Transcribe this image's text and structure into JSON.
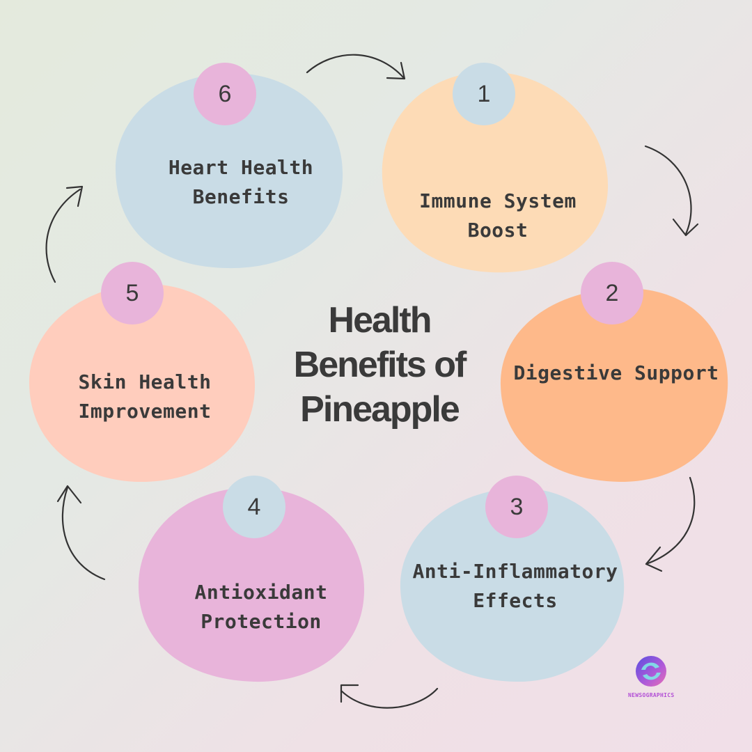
{
  "title_lines": [
    "Health",
    "Benefits of",
    "Pineapple"
  ],
  "steps": [
    {
      "number": "1",
      "label_lines": [
        "Immune System",
        "Boost"
      ],
      "blob_color": "#fddbb6",
      "badge_color": "#c9dce6"
    },
    {
      "number": "2",
      "label_lines": [
        "Digestive Support"
      ],
      "blob_color": "#feb98a",
      "badge_color": "#e8b4da"
    },
    {
      "number": "3",
      "label_lines": [
        "Anti-Inflammatory",
        "Effects"
      ],
      "blob_color": "#c9dce6",
      "badge_color": "#e8b4da"
    },
    {
      "number": "4",
      "label_lines": [
        "Antioxidant",
        "Protection"
      ],
      "blob_color": "#e8b4da",
      "badge_color": "#c9dce6"
    },
    {
      "number": "5",
      "label_lines": [
        "Skin Health",
        "Improvement"
      ],
      "blob_color": "#ffcdbd",
      "badge_color": "#e8b4da"
    },
    {
      "number": "6",
      "label_lines": [
        "Heart Health",
        "Benefits"
      ],
      "blob_color": "#c9dce6",
      "badge_color": "#e8b4da"
    }
  ],
  "logo": {
    "text": "NEWSOGRAPHICS",
    "icon": "newsographics-logo-icon"
  },
  "arrow_color": "#333333"
}
